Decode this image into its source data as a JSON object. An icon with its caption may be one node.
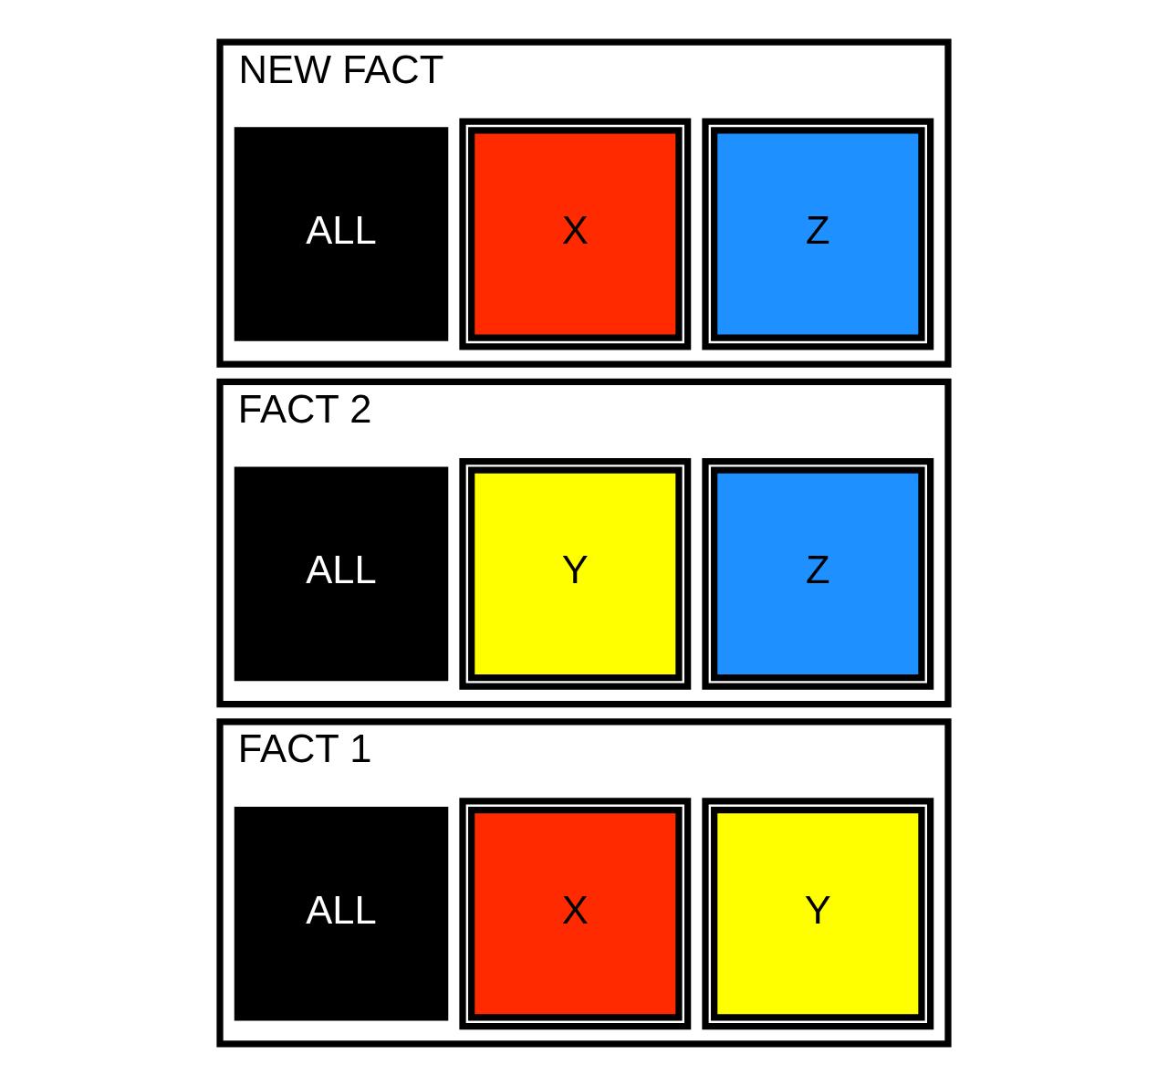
{
  "diagram": {
    "nodes": [
      {
        "text": [
          "FACT 1"
        ]
      },
      {
        "text": [
          "ALL"
        ],
        "in": 0
      },
      {
        "text": [
          "X"
        ],
        "in": 0
      },
      {
        "text": [
          "Y"
        ],
        "in": 0
      },
      {
        "text": [
          "FACT 2"
        ]
      },
      {
        "text": [
          "ALL"
        ],
        "in": 4
      },
      {
        "text": [
          "Y"
        ],
        "in": 4
      },
      {
        "text": [
          "Z"
        ],
        "in": 4
      },
      {
        "text": [
          "NEW FACT"
        ]
      },
      {
        "text": [
          "ALL"
        ],
        "in": 8
      },
      {
        "text": [
          "X"
        ],
        "in": 8
      },
      {
        "text": [
          "Z"
        ],
        "in": 8
      }
    ],
    "edges": []
  }
}
